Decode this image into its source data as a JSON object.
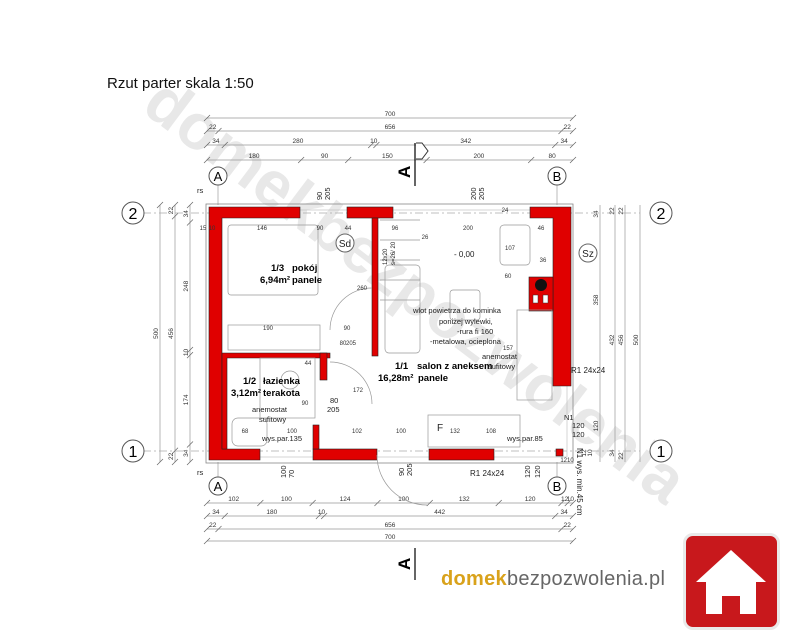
{
  "title": "Rzut parter skala 1:50",
  "brand": {
    "part1": "domek",
    "part2": "bezpozwolenia.pl"
  },
  "watermark": "domekbezpozwolenia",
  "colors": {
    "wall": "#e00000",
    "dim": "#999999",
    "brand": "#d9a21b",
    "logo_bg": "#c8181c"
  },
  "axes": {
    "col_a": "A",
    "col_b": "B",
    "row_1": "1",
    "row_2": "2"
  },
  "section_mark": "A",
  "dims": {
    "top": [
      [
        700
      ],
      [
        22,
        656,
        22
      ],
      [
        34,
        280,
        10,
        342,
        34
      ],
      [
        180,
        90,
        150,
        200,
        80
      ]
    ],
    "bottom": [
      [
        102,
        100,
        124,
        100,
        132,
        120,
        12,
        10
      ],
      [
        34,
        180,
        10,
        442,
        34
      ],
      [
        22,
        656,
        22
      ],
      [
        700
      ]
    ],
    "left": [
      [
        500
      ],
      [
        22,
        456,
        22
      ],
      [
        34,
        248,
        10,
        174,
        34
      ]
    ],
    "right_labels": [
      "34",
      "358",
      "120",
      "10",
      "12",
      "34",
      "432",
      "22",
      "456",
      "22",
      "500",
      "22"
    ]
  },
  "rooms": [
    {
      "id": "1/3",
      "name": "pokój",
      "area": "6,94m²",
      "floor": "panele"
    },
    {
      "id": "1/2",
      "name": "łazienka",
      "area": "3,12m²",
      "floor": "terakota"
    },
    {
      "id": "1/1",
      "name": "salon z aneksem",
      "area": "16,28m²",
      "floor": "panele"
    }
  ],
  "labels": {
    "sd": "Sd",
    "sz": "Sz",
    "level": "- 0,00",
    "rs": "rs",
    "air_inlet": [
      "wlot powietrza do kominka",
      "poniżej wylewki,",
      "-rura fi 160",
      "-metalowa, ocieplona"
    ],
    "anemostat": [
      "anemostat",
      "sufitowy"
    ],
    "wys135": "wys.par.135",
    "wys85": "wys.par.85",
    "r1_right": "R1 24x24",
    "r1_bottom": "R1 24x24",
    "n1": "N1",
    "n1_note": "N1 wys. min.45 cm",
    "fridge": "F",
    "door_80_205": [
      "80",
      "205"
    ],
    "door_90_205": [
      "90",
      "205"
    ],
    "win_200_205": [
      "200",
      "205"
    ],
    "win_100_70": [
      "100",
      "70"
    ],
    "win_120_120": [
      "120",
      "120"
    ],
    "stairs": [
      "12x20",
      "s=26/ 20"
    ],
    "inner": [
      "146",
      "90",
      "44",
      "96",
      "26",
      "200",
      "46",
      "190",
      "90",
      "260",
      "80",
      "205",
      "172",
      "102",
      "100",
      "132",
      "108",
      "68",
      "100",
      "157",
      "107",
      "36",
      "60",
      "90",
      "44",
      "15",
      "24",
      "10",
      "1210"
    ]
  }
}
